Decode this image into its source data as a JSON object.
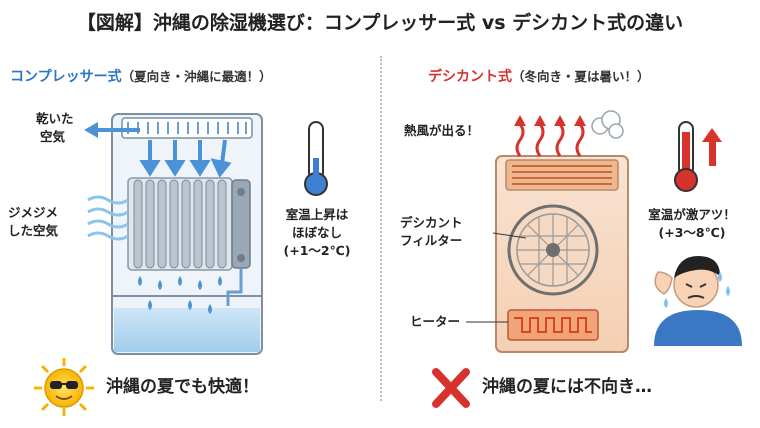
{
  "title": "【図解】沖縄の除湿機選び：コンプレッサー式 vs デシカント式の違い",
  "left": {
    "heading": "コンプレッサー式",
    "subheading": "（夏向き・沖縄に最適！）",
    "label_dry_air": [
      "乾いた",
      "空気"
    ],
    "label_humid_air": [
      "ジメジメ",
      "した空気"
    ],
    "temp_label": [
      "室温上昇は",
      "ほぼなし",
      "(+1〜2℃)"
    ],
    "verdict": "沖縄の夏でも快適！",
    "verdict_icon": "sun-with-sunglasses-icon",
    "accent_color": "#2a76c6"
  },
  "right": {
    "heading": "デシカント式",
    "subheading": "（冬向き・夏は暑い！）",
    "label_hot_air": "熱風が出る！",
    "label_filter": [
      "デシカント",
      "フィルター"
    ],
    "label_heater": "ヒーター",
    "temp_label": [
      "室温が激アツ！",
      "(+3〜8℃)"
    ],
    "verdict": "沖縄の夏には不向き…",
    "verdict_icon": "red-x-icon",
    "accent_color": "#d8322d"
  }
}
